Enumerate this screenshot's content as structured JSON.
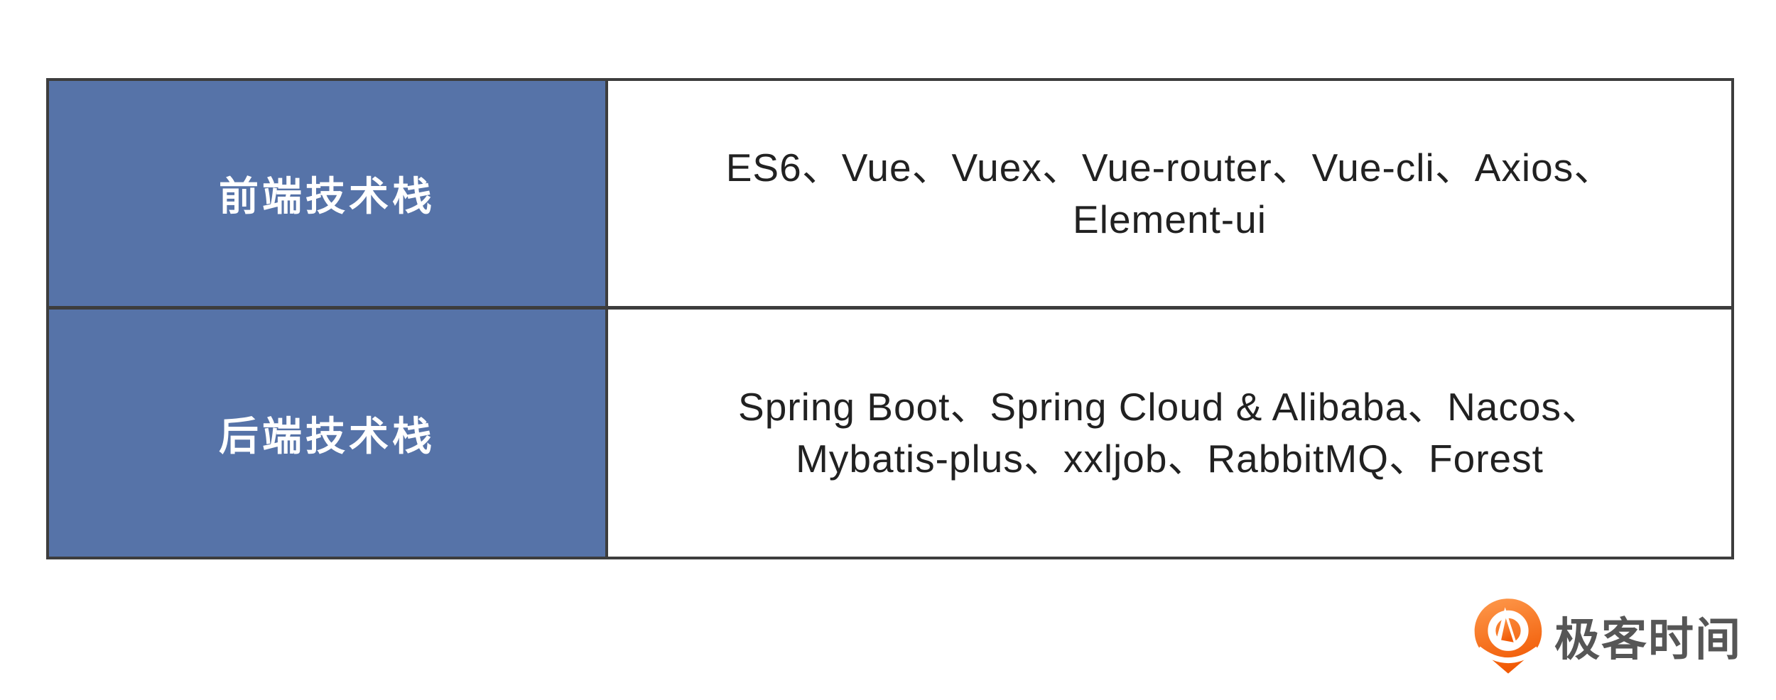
{
  "table": {
    "border_color": "#3d3d3d",
    "label_bg_color": "#5673a8",
    "label_text_color": "#ffffff",
    "content_text_color": "#212121",
    "rows": [
      {
        "label": "前端技术栈",
        "lines": [
          "ES6、Vue、Vuex、Vue-router、Vue-cli、Axios、",
          "Element-ui"
        ]
      },
      {
        "label": "后端技术栈",
        "lines": [
          "Spring Boot、Spring Cloud & Alibaba、Nacos、",
          "Mybatis-plus、xxljob、RabbitMQ、Forest"
        ]
      }
    ]
  },
  "branding": {
    "name": "极客时间",
    "icon": "geektime-logo-icon",
    "icon_color_top": "#fe9a4d",
    "icon_color_bottom": "#f15a05",
    "text_color": "#565656"
  }
}
